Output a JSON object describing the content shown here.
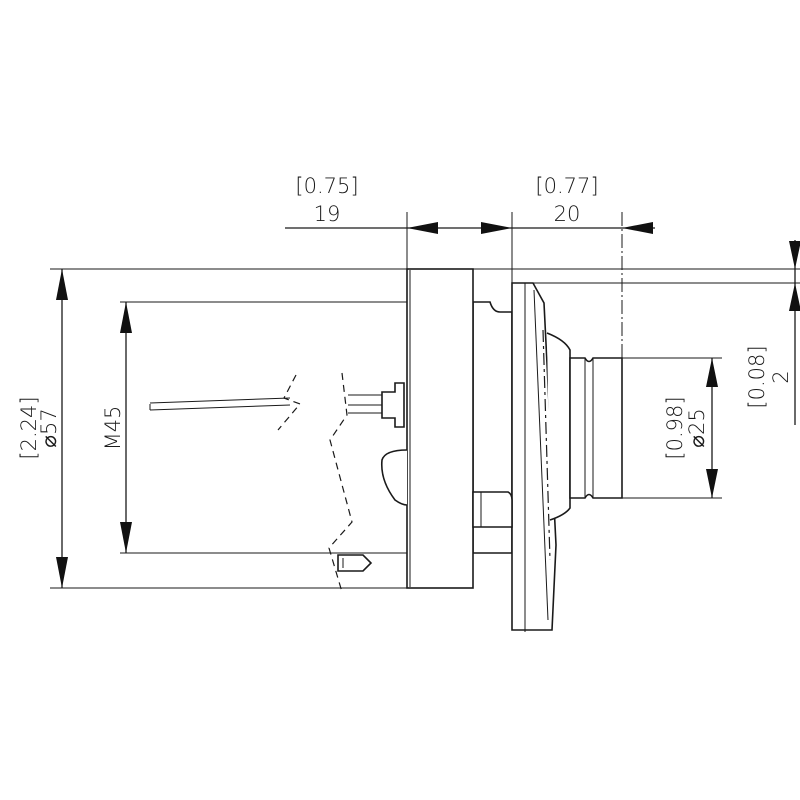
{
  "dimensions": {
    "depth_flange": {
      "inch": "[0.75]",
      "mm": "19"
    },
    "depth_front": {
      "inch": "[0.77]",
      "mm": "20"
    },
    "outer_diameter": {
      "inch": "[2.24]",
      "mm": "⌀57"
    },
    "thread": {
      "mm": "M45"
    },
    "nozzle_diameter": {
      "inch": "[0.98]",
      "mm": "⌀25"
    },
    "offset": {
      "inch": "[0.08]",
      "mm": "2"
    }
  },
  "colors": {
    "line": "#1a1a1a",
    "background": "#ffffff"
  }
}
